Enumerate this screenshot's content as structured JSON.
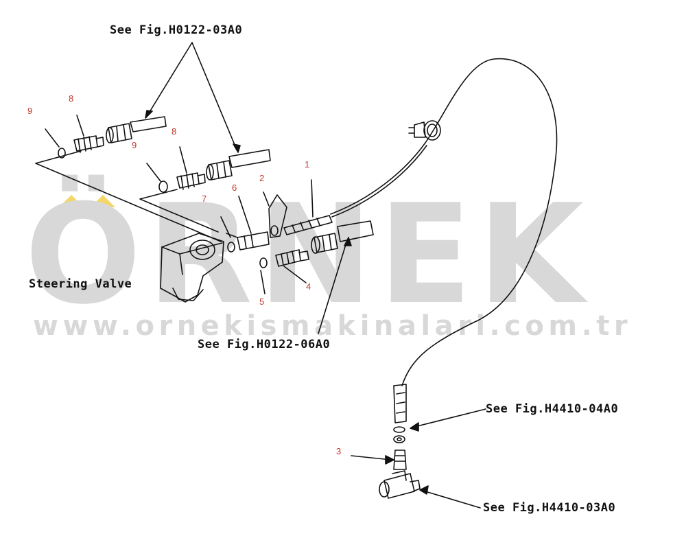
{
  "watermark": {
    "brand": "ÖRNEK",
    "url": "www.ornekismakinalari.com.tr",
    "color": "#d8d8d8",
    "accent_color": "#f3d76a"
  },
  "references": {
    "fig_top": "See Fig.H0122-03A0",
    "fig_mid": "See Fig.H0122-06A0",
    "fig_04": "See Fig.H4410-04A0",
    "fig_03": "See Fig.H4410-03A0"
  },
  "labels": {
    "steering_valve": "Steering Valve"
  },
  "callouts": {
    "n1": "1",
    "n2": "2",
    "n3": "3",
    "n4": "4",
    "n5": "5",
    "n6": "6",
    "n7": "7",
    "n8a": "8",
    "n8b": "8",
    "n9a": "9",
    "n9b": "9"
  },
  "colors": {
    "line": "#111111",
    "callout": "#c0392b"
  }
}
